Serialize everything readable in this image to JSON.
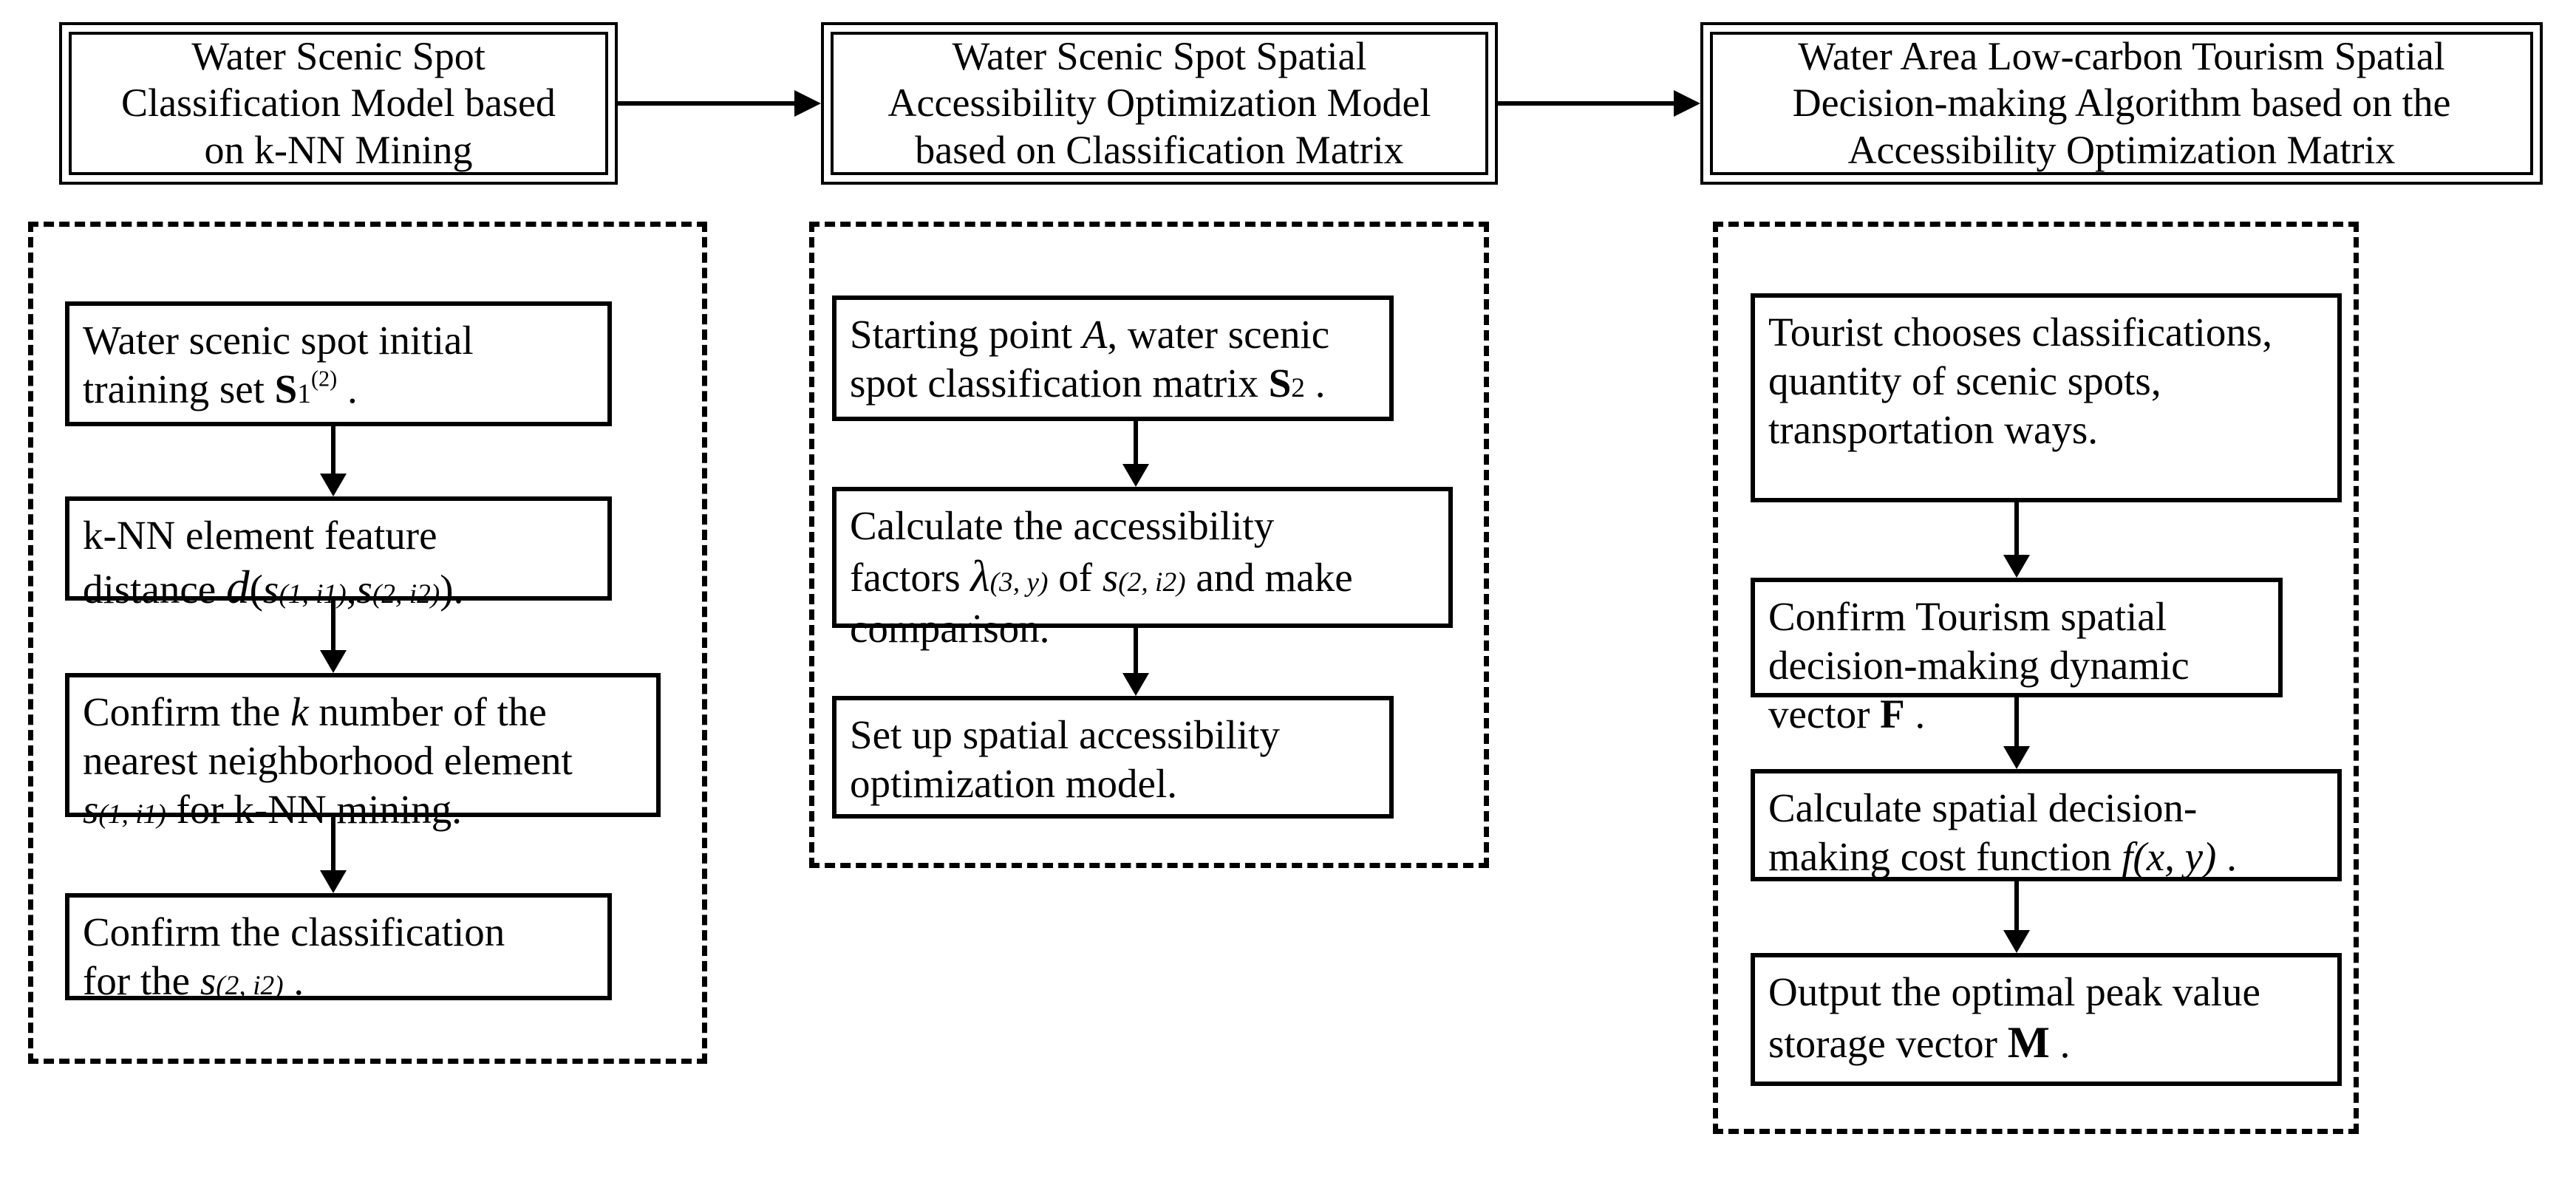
{
  "columns": [
    {
      "header": [
        "Water Scenic Spot",
        "Classification Model based",
        "on k-NN Mining"
      ],
      "steps": [
        {
          "text": [
            "Water scenic spot initial",
            "training set "
          ]
        },
        {
          "text": [
            "k-NN element feature",
            "distance "
          ]
        },
        {
          "text": [
            "Confirm the ",
            " number of the",
            "nearest neighborhood element",
            " for k-NN mining."
          ]
        },
        {
          "text": [
            "Confirm the classification",
            "for the "
          ]
        }
      ]
    },
    {
      "header": [
        "Water Scenic Spot Spatial",
        "Accessibility Optimization Model",
        "based on Classification Matrix"
      ],
      "steps": [
        {
          "text": [
            "Starting point ",
            ", water scenic",
            "spot classification matrix "
          ]
        },
        {
          "text": [
            "Calculate the accessibility",
            "factors ",
            " of ",
            " and make",
            "comparison."
          ]
        },
        {
          "text": [
            "Set up spatial accessibility",
            "optimization model."
          ]
        }
      ]
    },
    {
      "header": [
        "Water Area Low-carbon Tourism Spatial",
        "Decision-making Algorithm based on the",
        "Accessibility Optimization Matrix"
      ],
      "steps": [
        {
          "text": [
            "Tourist chooses classifications,",
            "quantity of scenic spots,",
            "transportation ways."
          ]
        },
        {
          "text": [
            "Confirm Tourism spatial",
            "decision-making dynamic",
            "vector "
          ]
        },
        {
          "text": [
            "Calculate spatial decision-",
            "making cost function "
          ]
        },
        {
          "text": [
            "Output the optimal peak value",
            "storage vector "
          ]
        }
      ]
    }
  ],
  "math": {
    "S": "S",
    "one": "1",
    "two": "2",
    "sup2": "(2)",
    "d": "d",
    "s": "s",
    "sub1i1": "(1, i1)",
    "sub2i2": "(2, i2)",
    "k": "k",
    "A": "A",
    "lambda": "λ",
    "sub3y": "(3, y)",
    "F": "F",
    "f": "f",
    "xy": "(x, y)",
    "M": "M",
    "period": ".",
    "comma": ",",
    "lparen": "(",
    "rparen_period": ")."
  }
}
